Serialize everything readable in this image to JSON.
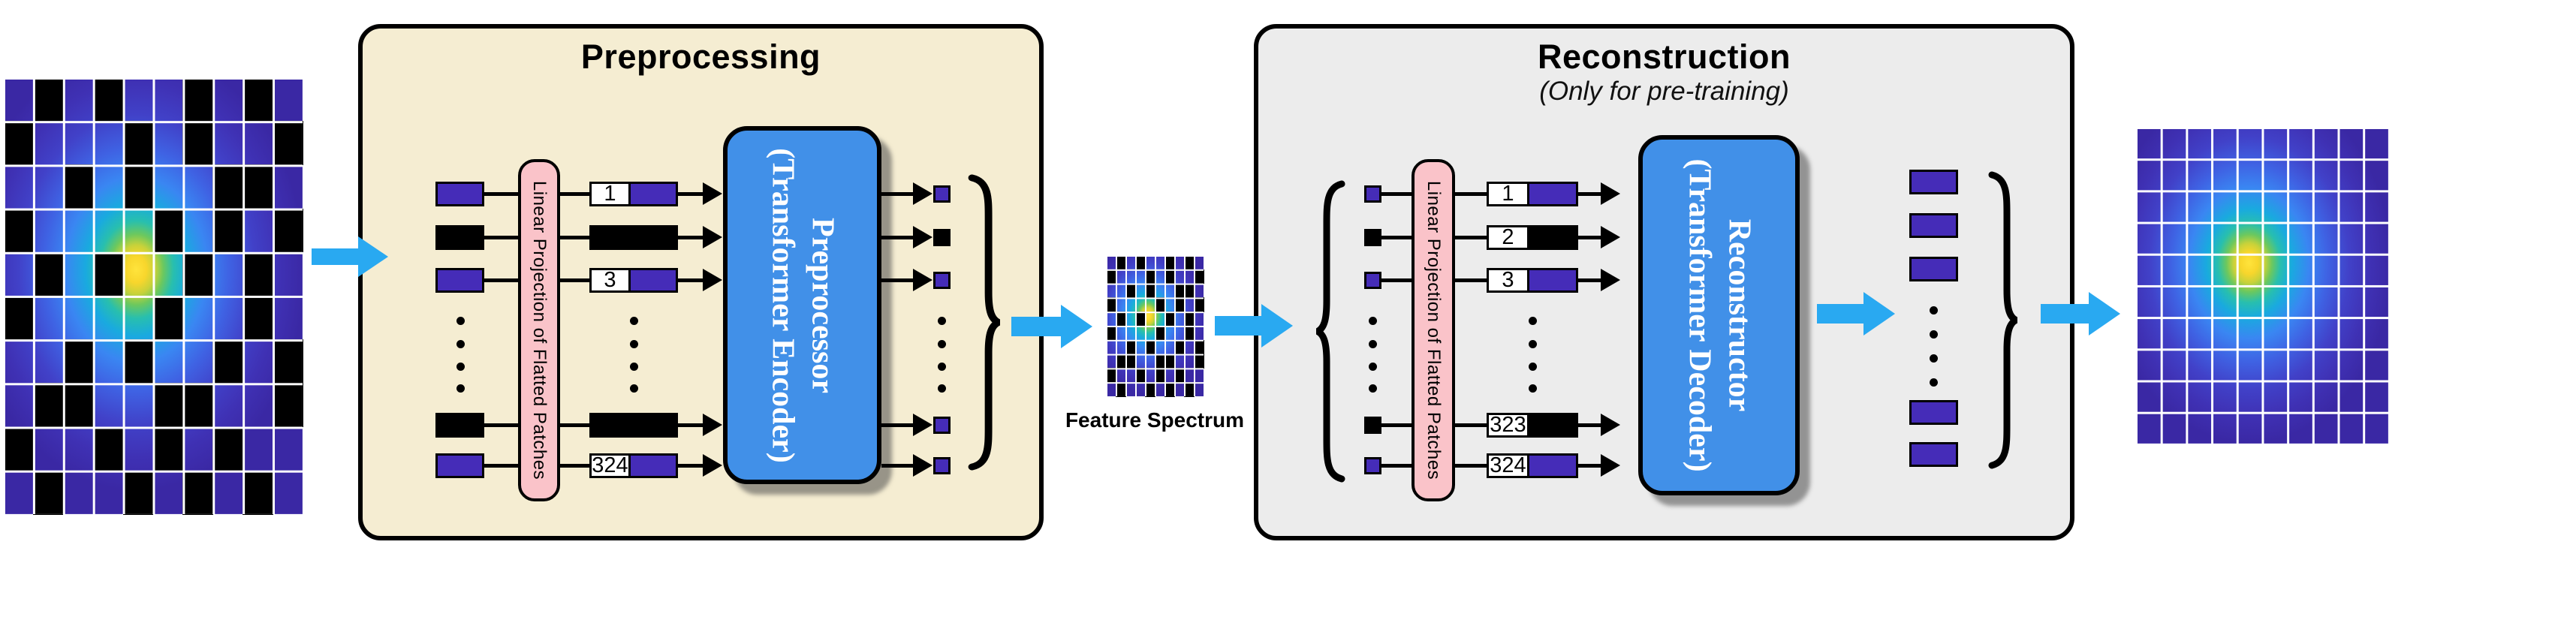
{
  "colors": {
    "beige": "#f5edd2",
    "gray": "#ececec",
    "blue": "#4190e8",
    "pink": "#fac3c9",
    "purple": "#452cb8",
    "cyan": "#29a9f1",
    "black": "#000000",
    "white": "#ffffff",
    "gridline": "#ffffff"
  },
  "preprocessing": {
    "title": "Preprocessing",
    "projection_label": "Linear Projection of Flatted Patches",
    "encoder_line1": "Preprocessor",
    "encoder_line2": "(Transformer Encoder)",
    "rows": [
      {
        "patch": "purple",
        "numbered": true,
        "number": "1",
        "bar": "purple",
        "out": "purple"
      },
      {
        "patch": "black",
        "numbered": false,
        "number": "",
        "bar": "black",
        "out": "black"
      },
      {
        "patch": "purple",
        "numbered": true,
        "number": "3",
        "bar": "purple",
        "out": "purple"
      },
      {
        "patch": "black",
        "numbered": false,
        "number": "",
        "bar": "black",
        "out": "purple"
      },
      {
        "patch": "purple",
        "numbered": true,
        "number": "324",
        "bar": "purple",
        "out": "purple"
      }
    ]
  },
  "feature_spectrum": {
    "label": "Feature Spectrum"
  },
  "reconstruction": {
    "title": "Reconstruction",
    "subtitle": "(Only for pre-training)",
    "projection_label": "Linear Projection of Flatted Patches",
    "decoder_line1": "Reconstructor",
    "decoder_line2": "(Transformer Decoder)",
    "rows": [
      {
        "patch": "purple",
        "number": "1",
        "bar": "purple"
      },
      {
        "patch": "black",
        "number": "2",
        "bar": "black"
      },
      {
        "patch": "purple",
        "number": "3",
        "bar": "purple"
      },
      {
        "patch": "black",
        "number": "323",
        "bar": "black"
      },
      {
        "patch": "purple",
        "number": "324",
        "bar": "purple"
      }
    ],
    "output_bar_count": 5
  },
  "mask_grid": [
    "0101001010",
    "1000101001",
    "0010100110",
    "1000010101",
    "0101001010",
    "1000010010",
    "0010100101",
    "0110011001",
    "1001010100",
    "0100101010"
  ]
}
